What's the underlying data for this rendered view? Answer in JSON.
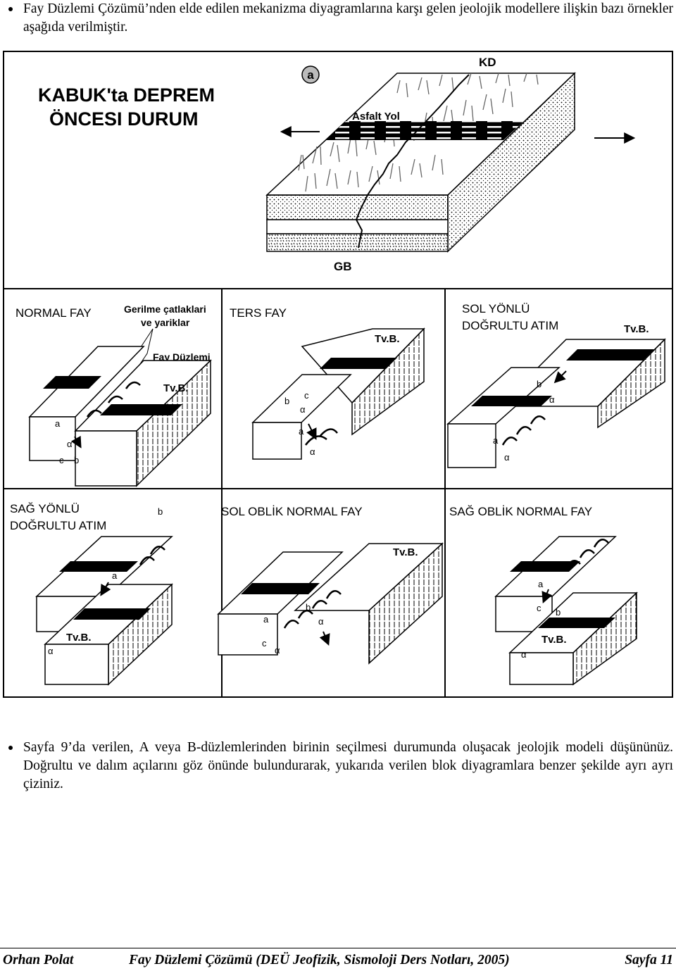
{
  "intro": {
    "text": "Fay Düzlemi Çözümü’nden elde edilen mekanizma diyagramlarına karşı gelen jeolojik modellere ilişkin bazı örnekler aşağıda verilmiştir."
  },
  "figure": {
    "top_panel": {
      "title_line1": "KABUK'ta DEPREM",
      "title_line2": "ÖNCESI DURUM",
      "marker": "a",
      "north_label": "KD",
      "south_label": "GB",
      "road_label": "Asfalt Yol"
    },
    "panels": [
      {
        "title_line1": "NORMAL FAY",
        "title_line2": "",
        "notes": [
          "Gerilme çatlaklari",
          "ve yariklar",
          "Fay Düzlemi"
        ],
        "tvb": "Tv.B.",
        "letters": [
          "a",
          "c",
          "b"
        ],
        "alpha": "α"
      },
      {
        "title_line1": "TERS FAY",
        "title_line2": "",
        "tvb": "Tv.B.",
        "letters": [
          "b",
          "c",
          "a"
        ],
        "alpha": "α"
      },
      {
        "title_line1": "SOL YÖNLÜ",
        "title_line2": "DOĞRULTU ATIM",
        "tvb": "Tv.B.",
        "letters": [
          "b",
          "a"
        ],
        "alpha": "α"
      },
      {
        "title_line1": "SAĞ YÖNLÜ",
        "title_line2": "DOĞRULTU ATIM",
        "tvb": "Tv.B.",
        "letters": [
          "b",
          "a"
        ],
        "alpha": "α"
      },
      {
        "title_line1": "SOL OBLİK  NORMAL FAY",
        "title_line2": "",
        "tvb": "Tv.B.",
        "letters": [
          "a",
          "b",
          "c"
        ],
        "alpha": "α"
      },
      {
        "title_line1": "SAĞ OBLİK  NORMAL FAY",
        "title_line2": "",
        "tvb": "Tv.B.",
        "letters": [
          "a",
          "c",
          "b"
        ],
        "alpha": "α"
      }
    ]
  },
  "task": {
    "text": "Sayfa 9’da verilen, A veya B-düzlemlerinden birinin seçilmesi durumunda oluşacak jeolojik modeli düşününüz. Doğrultu ve dalım açılarını göz önünde bulundurarak, yukarıda verilen blok diyagramlara benzer şekilde ayrı ayrı çiziniz."
  },
  "footer": {
    "author": "Orhan Polat",
    "title": "Fay Düzlemi Çözümü (DEÜ Jeofizik, Sismoloji Ders Notları, 2005)",
    "page": "Sayfa 11"
  }
}
